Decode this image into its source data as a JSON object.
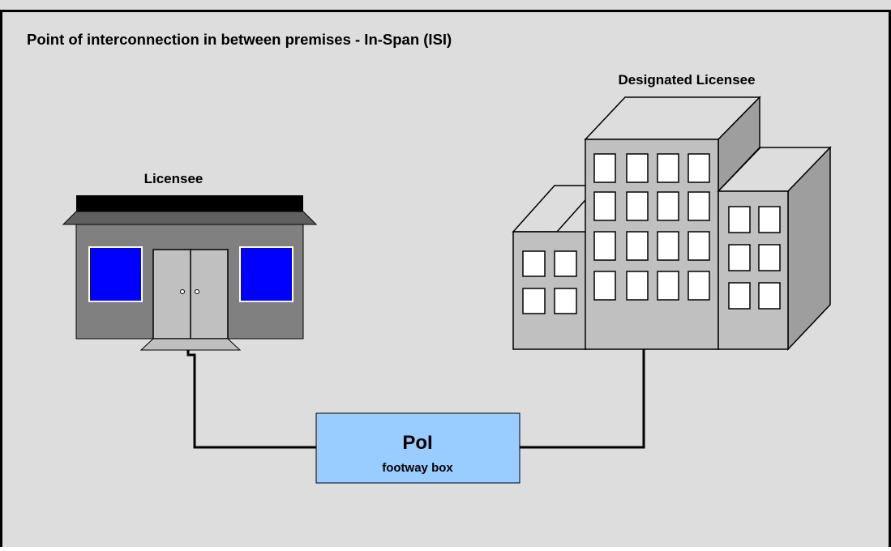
{
  "title": "Point of interconnection in between premises - In-Span (ISI)",
  "licensee": {
    "label": "Licensee"
  },
  "designated": {
    "label": "Designated Licensee"
  },
  "poi": {
    "title": "PoI",
    "subtitle": "footway box"
  },
  "colors": {
    "background": "#dddddd",
    "frame": "#000000",
    "wall": "#808080",
    "roof": "#000000",
    "window_blue": "#0000ff",
    "door": "#c0c0c0",
    "building_front": "#c0c0c0",
    "building_top": "#dddddd",
    "building_side": "#9e9e9e",
    "poi_fill": "#99ccff"
  }
}
